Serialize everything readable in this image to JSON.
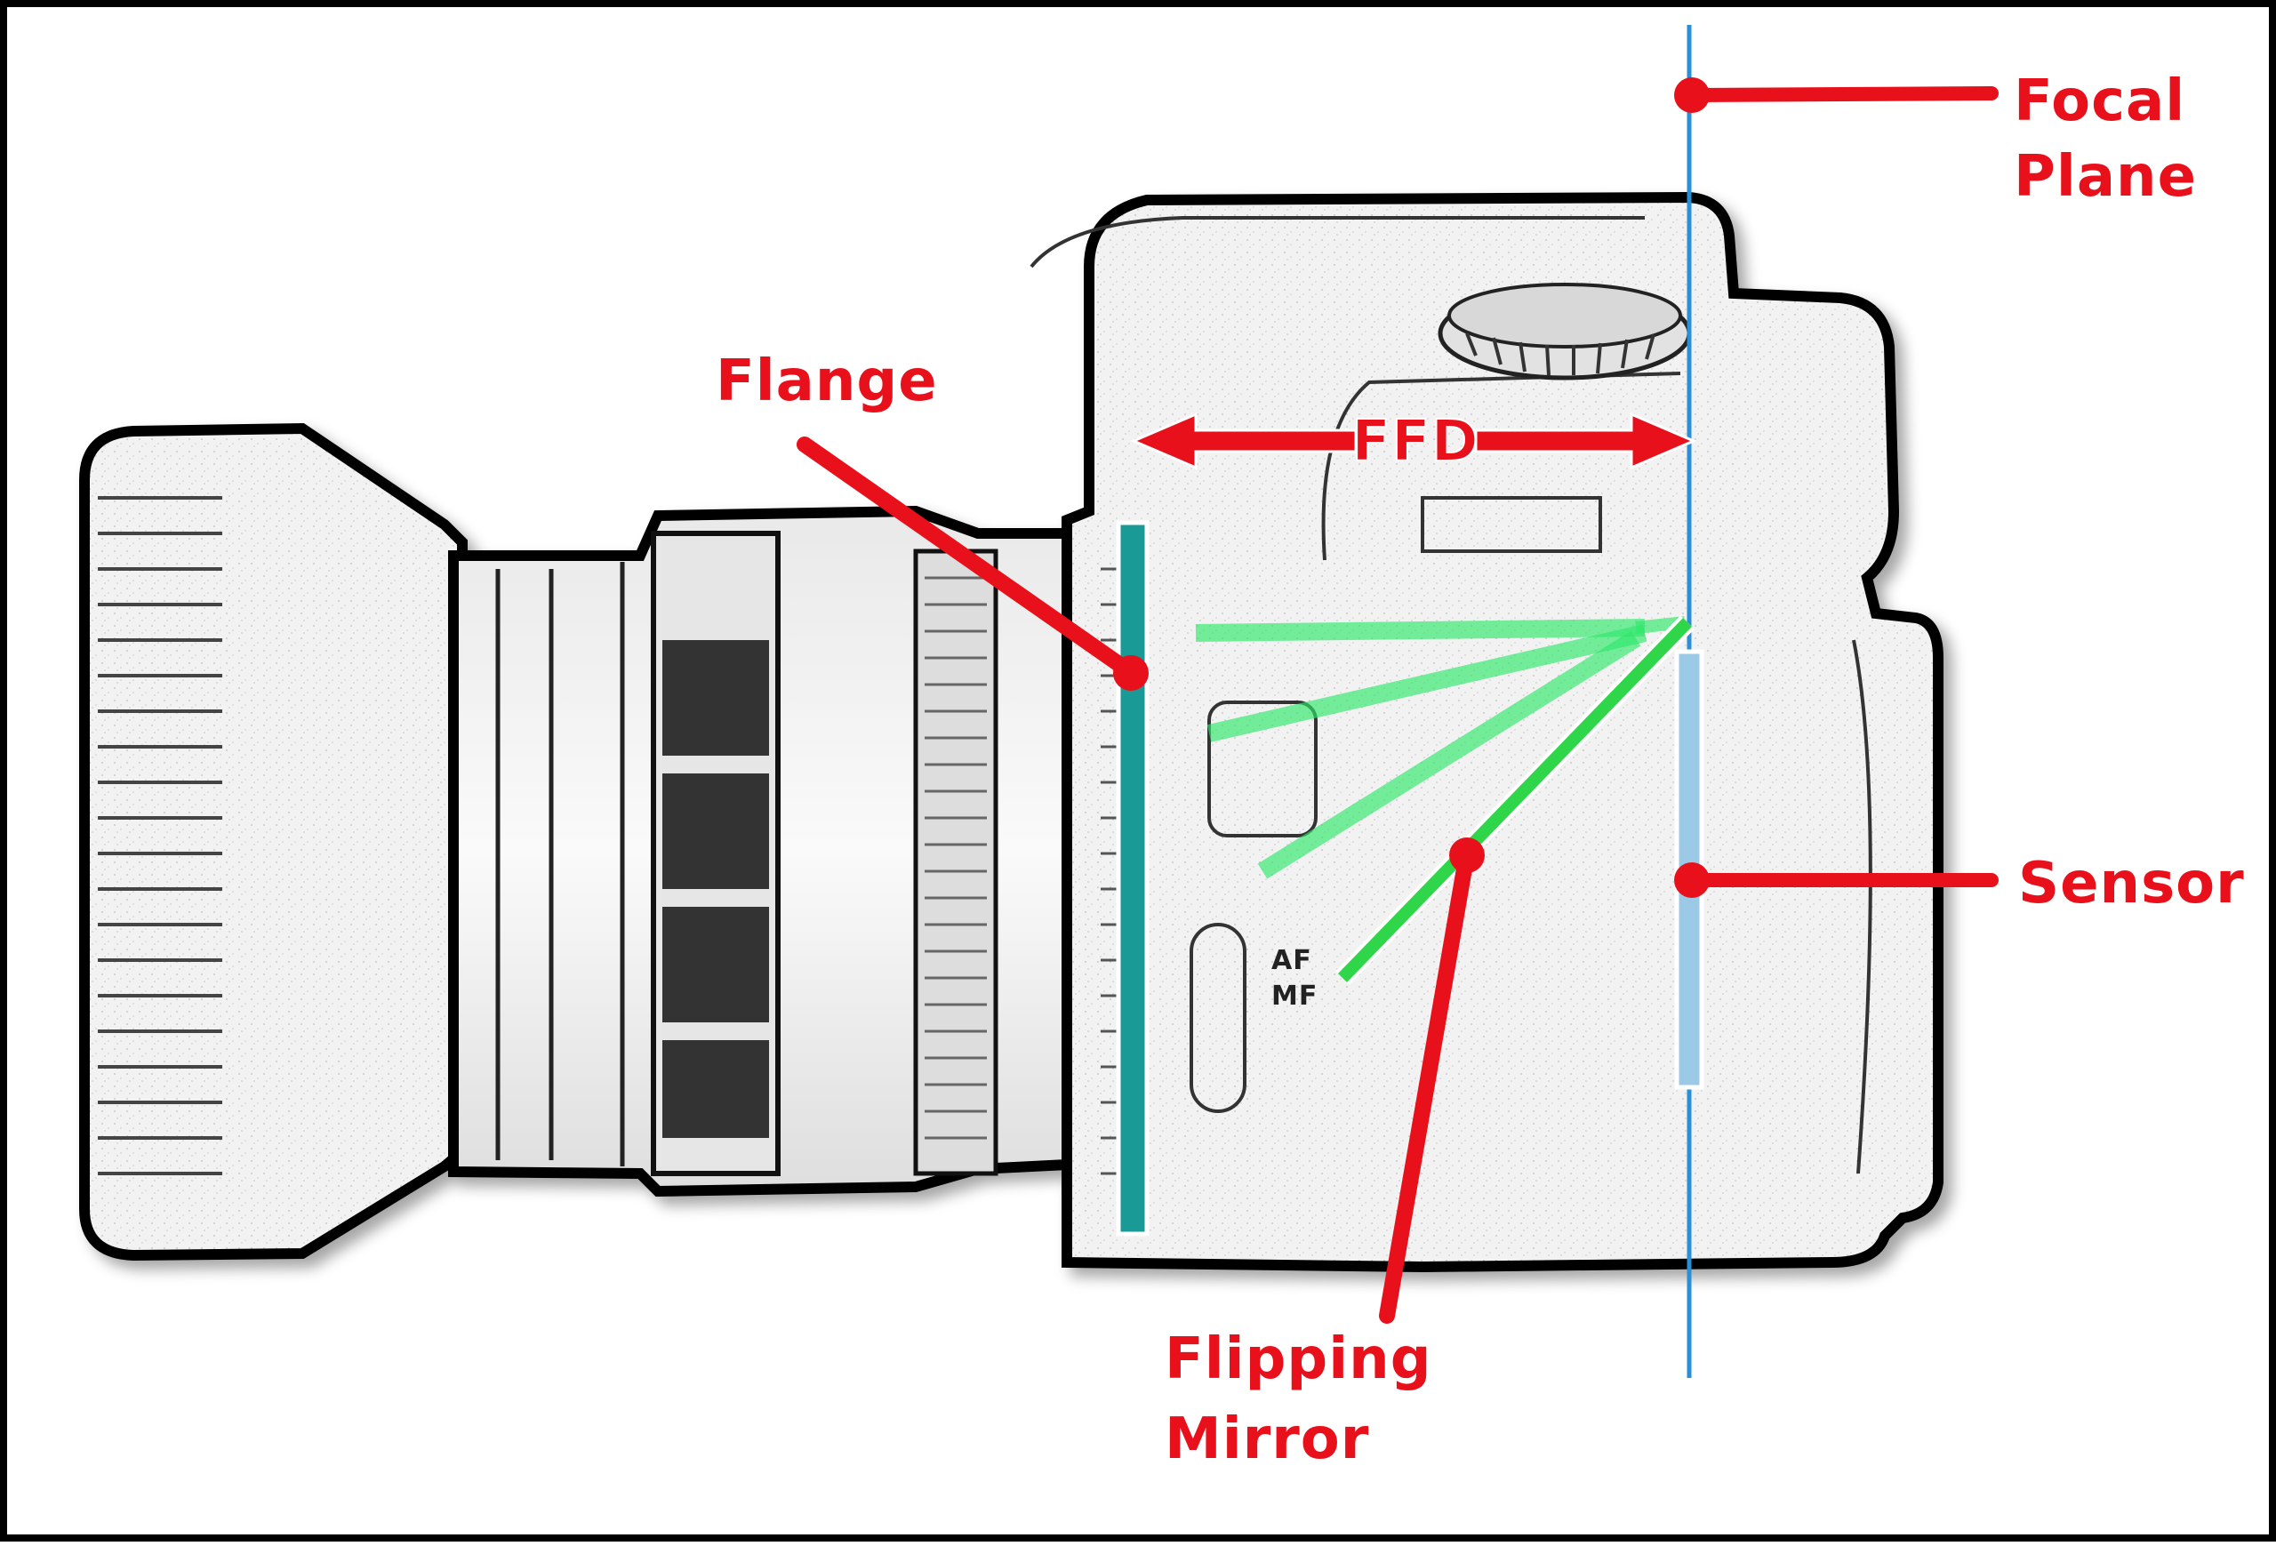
{
  "diagram": {
    "colors": {
      "annotation": "#e8101a",
      "focal_plane_line": "#2a8fd6",
      "flange_bar": "#1a9a96",
      "sensor_bar": "#9cc9e6",
      "light_rays": "#2ee86a",
      "camera_outline": "#000000",
      "camera_fill": "#f1f1f1"
    },
    "labels": {
      "focal_plane_line1": "Focal",
      "focal_plane_line2": "Plane",
      "flange": "Flange",
      "ffd": "FFD",
      "sensor": "Sensor",
      "mirror_line1": "Flipping",
      "mirror_line2": "Mirror",
      "af": "AF",
      "mf": "MF"
    },
    "icons": [
      "camera-body-illustration",
      "lens-illustration",
      "mode-dial-icon"
    ]
  }
}
